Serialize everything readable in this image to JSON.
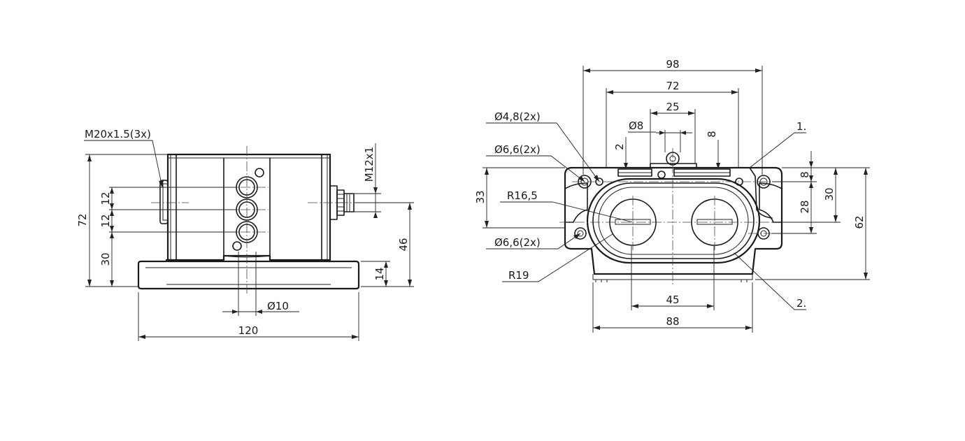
{
  "left_view": {
    "thread_callout": "M20x1.5(3x)",
    "connector_thread": "M12x1",
    "dim_height_total": "72",
    "dim_gland_pitch_1": "12",
    "dim_gland_pitch_2": "12",
    "dim_gland_base": "30",
    "dim_connector_height": "46",
    "dim_flange_height": "14",
    "dim_hole_dia": "Ø10",
    "dim_width_total": "120"
  },
  "right_view": {
    "dim_width_top": "98",
    "dim_width_inner": "72",
    "dim_center_25": "25",
    "dim_dia_8": "Ø8",
    "dim_2": "2",
    "dim_8_top": "8",
    "callout_hole_48": "Ø4,8(2x)",
    "callout_hole_66_top": "Ø6,6(2x)",
    "callout_hole_66_bottom": "Ø6,6(2x)",
    "callout_r165": "R16,5",
    "callout_r19": "R19",
    "dim_33": "33",
    "dim_8_right": "8",
    "dim_30": "30",
    "dim_28": "28",
    "dim_62": "62",
    "dim_45": "45",
    "dim_88": "88",
    "label_1": "1.",
    "label_2": "2."
  }
}
